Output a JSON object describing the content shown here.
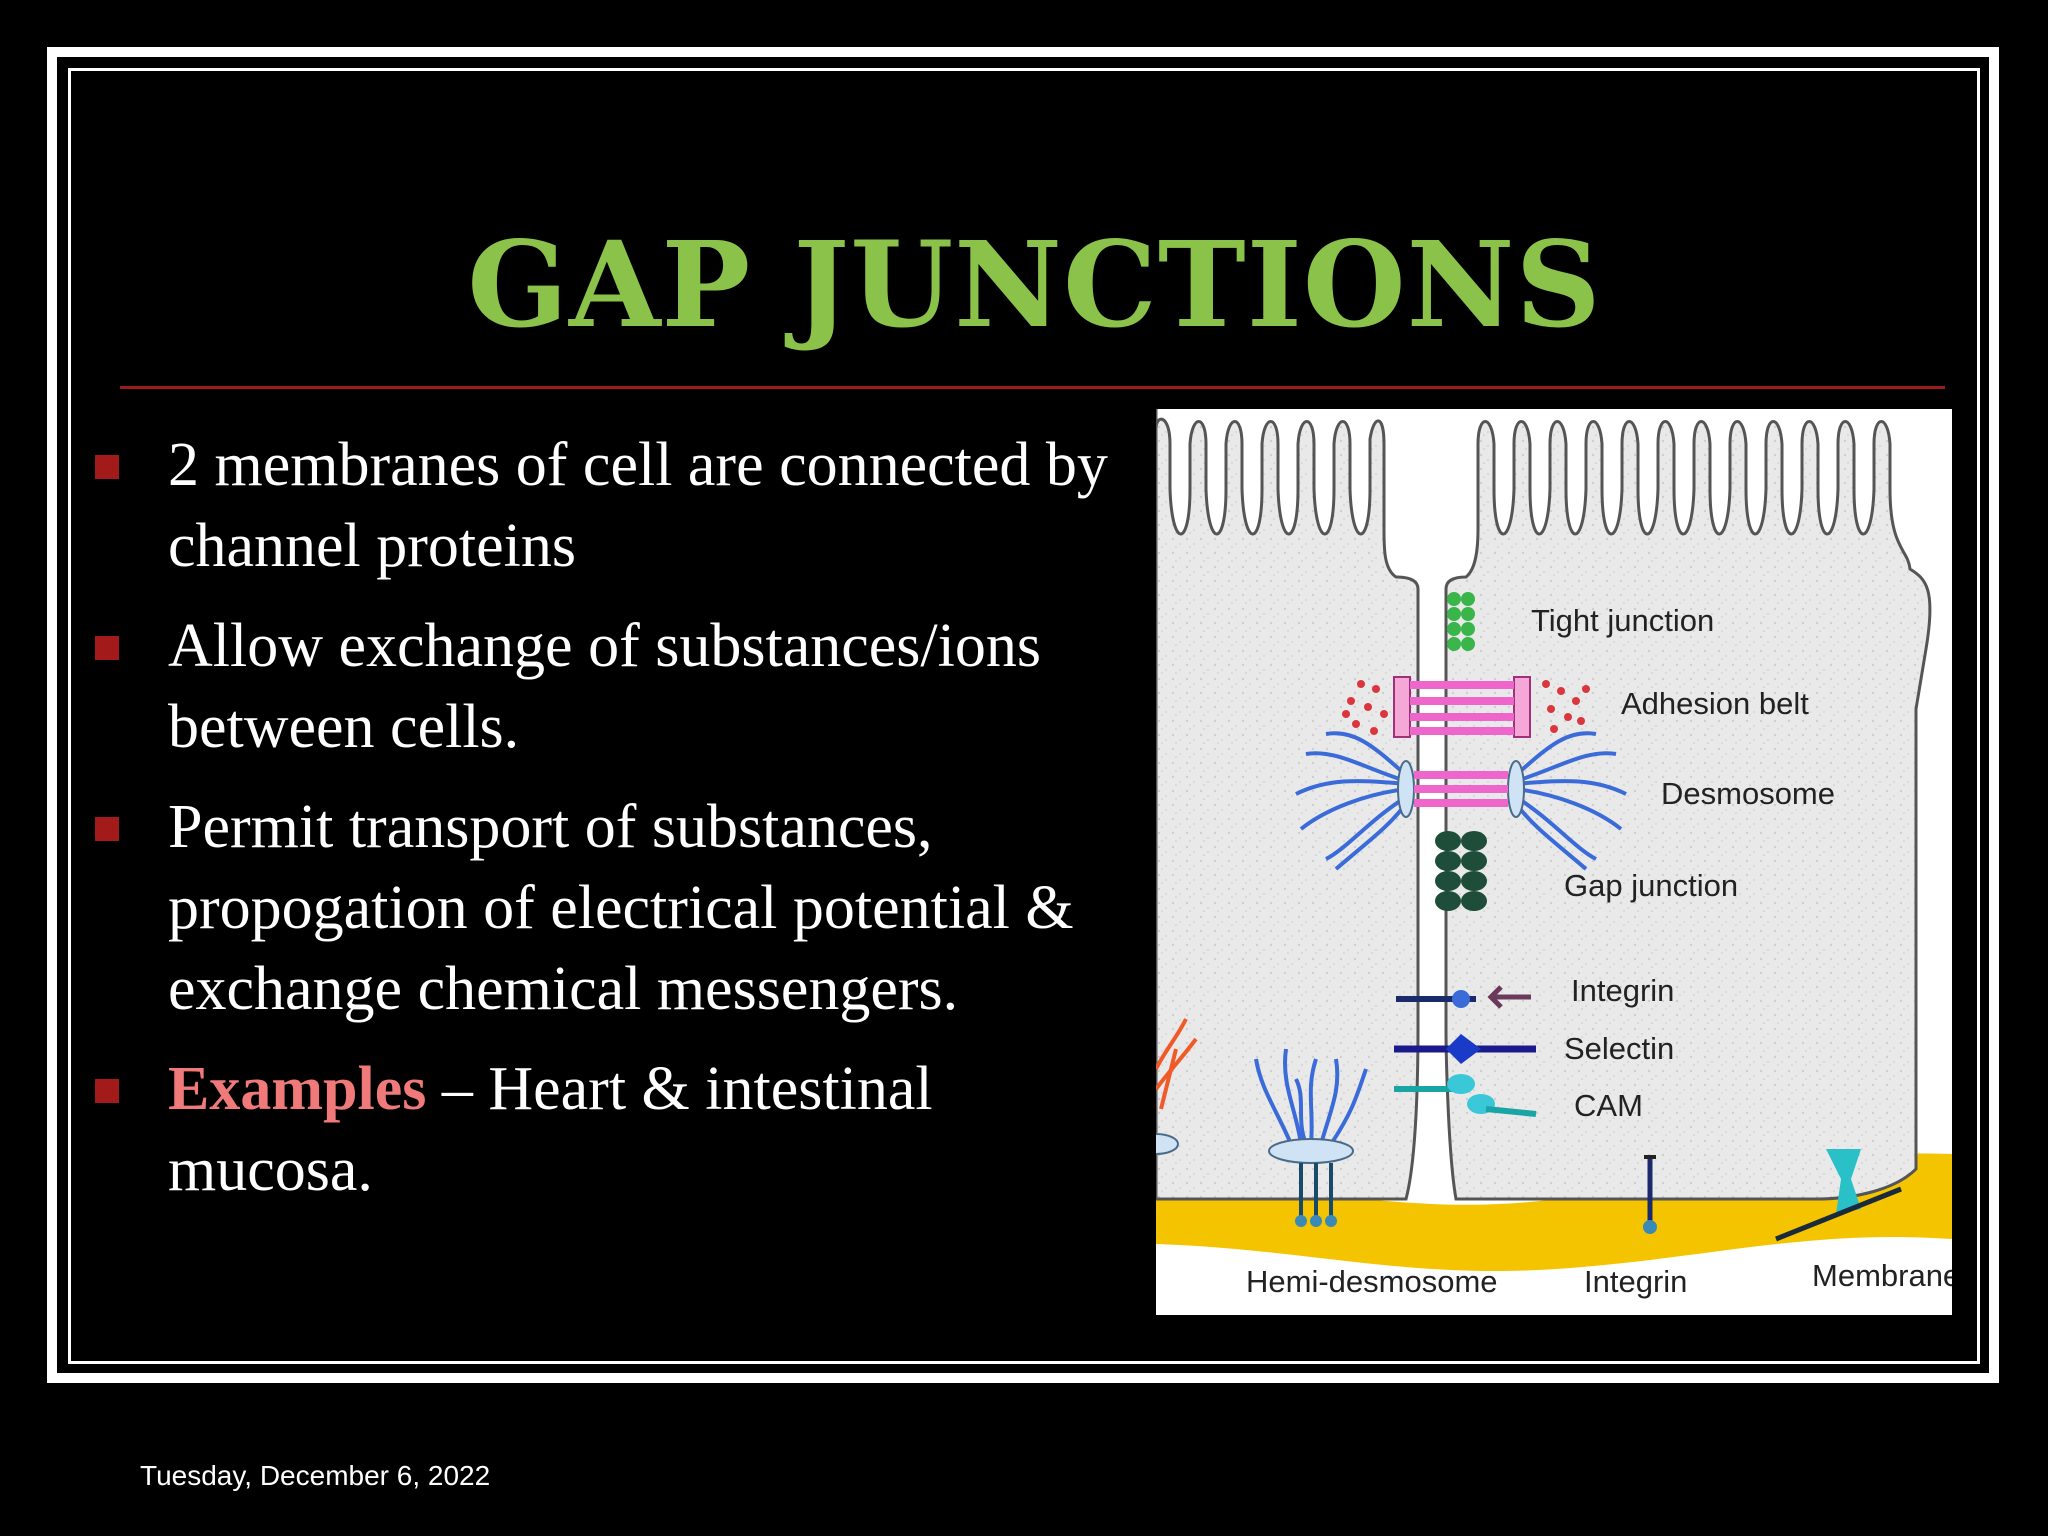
{
  "slide": {
    "title": "GAP JUNCTIONS",
    "bullets": [
      {
        "text": "2 membranes of cell are connected by channel proteins"
      },
      {
        "text": "Allow exchange of substances/ions between cells."
      },
      {
        "text": "Permit transport of substances, propogation of electrical potential & exchange chemical messengers."
      },
      {
        "highlight": "Examples",
        "text": " – Heart & intestinal mucosa."
      }
    ],
    "footer_date": "Tuesday, December 6, 2022"
  },
  "diagram": {
    "labels": {
      "tight_junction": "Tight junction",
      "adhesion_belt": "Adhesion belt",
      "desmosome": "Desmosome",
      "gap_junction": "Gap junction",
      "integrin_right": "Integrin",
      "selectin": "Selectin",
      "cam": "CAM",
      "hemi_desmosome": "Hemi-desmosome",
      "integrin_bottom": "Integrin",
      "membrane": "Membrane"
    },
    "colors": {
      "cytoplasm": "#e9e9e9",
      "tight_junction": "#39b54a",
      "adhesion_belt": "#ee66cc",
      "adhesion_dots": "#d9363e",
      "desmosome_filaments": "#3a6bd9",
      "gap_junction": "#1e4d3a",
      "basement_membrane": "#f5c400"
    }
  }
}
